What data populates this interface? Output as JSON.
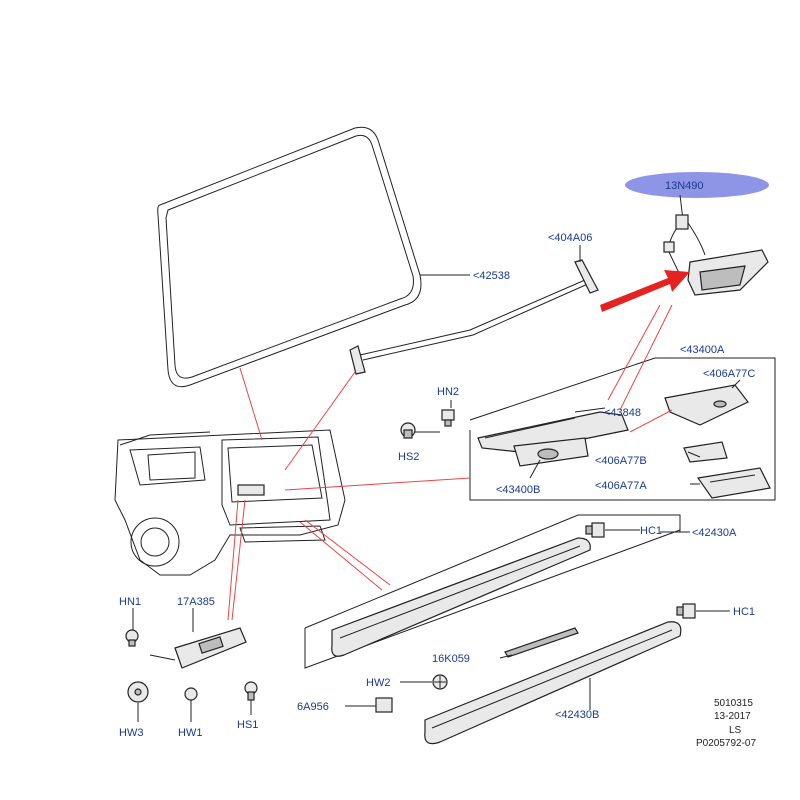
{
  "labels": {
    "highlight": "13N490",
    "l404A06": "<404A06",
    "l42538": "<42538",
    "l43400A": "<43400A",
    "l406A77C": "<406A77C",
    "l43848": "<43848",
    "l406A77B": "<406A77B",
    "l406A77A": "<406A77A",
    "l43400B": "<43400B",
    "hn2": "HN2",
    "hs2": "HS2",
    "hc1a": "HC1",
    "l42430A": "<42430A",
    "hc1b": "HC1",
    "hn1": "HN1",
    "l17A385": "17A385",
    "l16K059": "16K059",
    "hw2": "HW2",
    "l6A956": "6A956",
    "hw3": "HW3",
    "hw1": "HW1",
    "hs1": "HS1",
    "l42430B": "<42430B"
  },
  "footer": {
    "line1": "5010315",
    "line2": "13-2017",
    "line3": "LS",
    "line4": "P0205792-07"
  },
  "colors": {
    "label": "#1a3a8c",
    "highlight_fill": "#8f95e6",
    "callout_line": "#e44444",
    "arrow": "#e52222"
  }
}
